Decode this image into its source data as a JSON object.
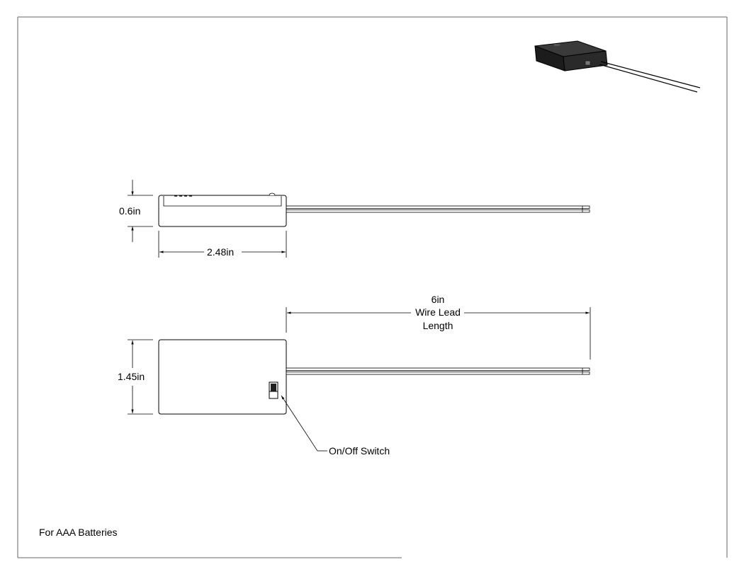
{
  "dimensions": {
    "height_side": "0.6in",
    "length": "2.48in",
    "width_top": "1.45in",
    "lead_line1": "6in",
    "lead_line2": "Wire Lead",
    "lead_line3": "Length"
  },
  "callouts": {
    "switch": "On/Off Switch"
  },
  "notes": {
    "battery_type": "For AAA Batteries"
  },
  "colors": {
    "line": "#000000",
    "frame": "#666666",
    "box_dark": "#1c1c1c",
    "box_top": "#3a3a3a",
    "box_side": "#2a2a2a"
  }
}
